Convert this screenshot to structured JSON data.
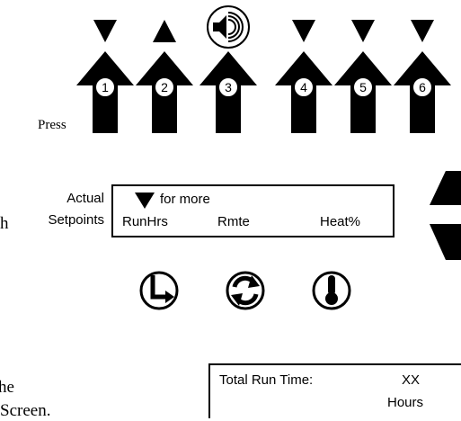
{
  "press_label": "Press",
  "keys": [
    "1",
    "2",
    "3",
    "4",
    "5",
    "6"
  ],
  "indicators": [
    "down",
    "up",
    "speaker",
    "down",
    "down",
    "down"
  ],
  "display": {
    "row_labels": [
      "Actual",
      "Setpoints"
    ],
    "line1": "for more",
    "menu_items": [
      "RunHrs",
      "Rmte",
      "Heat%"
    ]
  },
  "side_fragments": [
    "h",
    "he",
    "Screen."
  ],
  "scroll_arrows": [
    "up",
    "down"
  ],
  "bottom_icons": [
    "clock-icon",
    "refresh-icon",
    "thermometer-icon"
  ],
  "result_display": {
    "label": "Total Run Time:",
    "value": "XX",
    "unit": "Hours"
  }
}
